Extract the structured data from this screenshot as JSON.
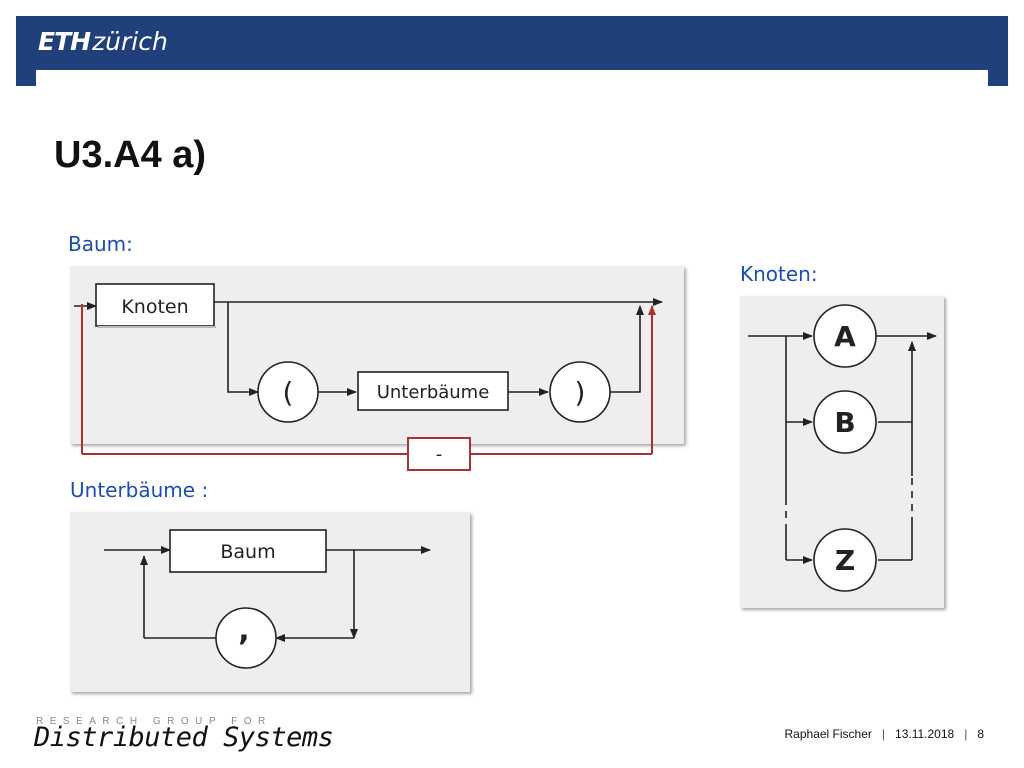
{
  "header": {
    "logo_bold": "ETH",
    "logo_rest": "zürich",
    "bar_color": "#1f407a"
  },
  "slide": {
    "title": "U3.A4 a)"
  },
  "diagrams": {
    "baum": {
      "label": "Baum:",
      "nodes": {
        "knoten": "Knoten",
        "open_paren": "(",
        "unterbaeume": "Unterbäume",
        "close_paren": ")",
        "dash": "-"
      }
    },
    "knoten": {
      "label": "Knoten:",
      "nodes": {
        "a": "A",
        "b": "B",
        "z": "Z"
      }
    },
    "unterbaeume": {
      "label": "Unterbäume :",
      "nodes": {
        "baum": "Baum",
        "comma": ","
      }
    },
    "colors": {
      "label_text": "#1c4eb0",
      "panel": "#eeeeee",
      "highlight_path": "#b03030"
    }
  },
  "footer": {
    "group_label": "RESEARCH GROUP FOR",
    "group_name": "Distributed Systems",
    "author": "Raphael Fischer",
    "date": "13.11.2018",
    "page": "8"
  }
}
